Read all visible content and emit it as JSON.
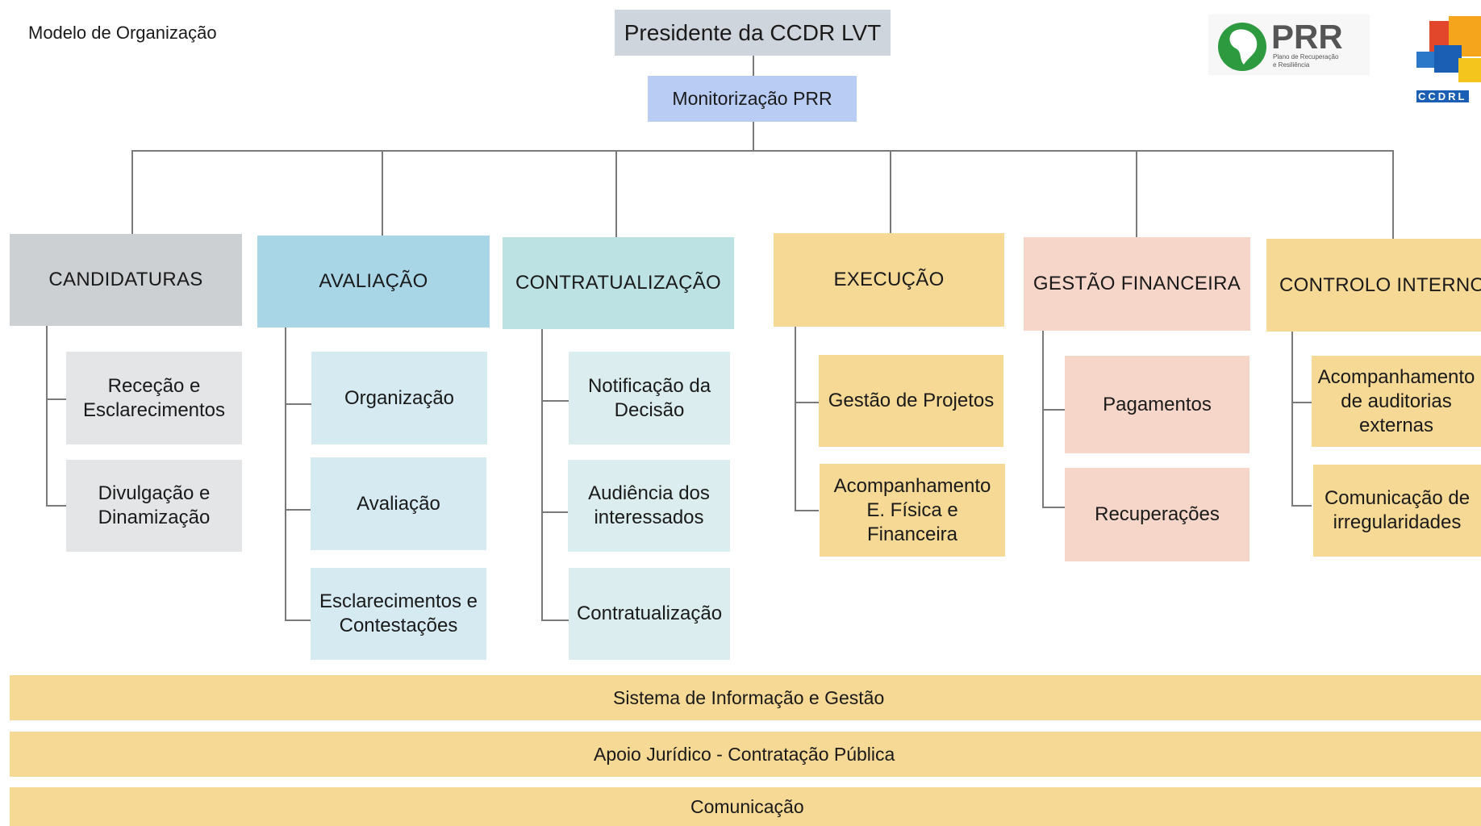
{
  "page_title": "Modelo de Organização",
  "top": {
    "president": "Presidente da CCDR LVT",
    "monitor": "Monitorização PRR"
  },
  "logos": {
    "prr_text": "PRR",
    "prr_subtitle_1": "Plano de Recuperação",
    "prr_subtitle_2": "e Resiliência",
    "ccdr_text": "CCDRL"
  },
  "columns": [
    {
      "title": "CANDIDATURAS",
      "items": [
        "Receção e Esclarecimentos",
        "Divulgação e Dinamização"
      ]
    },
    {
      "title": "AVALIAÇÃO",
      "items": [
        "Organização",
        "Avaliação",
        "Esclarecimentos e Contestações"
      ]
    },
    {
      "title": "CONTRATUALIZAÇÃO",
      "items": [
        "Notificação da Decisão",
        "Audiência dos interessados",
        "Contratualização"
      ]
    },
    {
      "title": "EXECUÇÃO",
      "items": [
        "Gestão de Projetos",
        "Acompanhamento E. Física e Financeira"
      ]
    },
    {
      "title": "GESTÃO FINANCEIRA",
      "items": [
        "Pagamentos",
        "Recuperações"
      ]
    },
    {
      "title": "CONTROLO INTERNO",
      "items": [
        "Acompanhamento de auditorias externas",
        "Comunicação de irregularidades"
      ]
    }
  ],
  "bands": [
    "Sistema de Informação e Gestão",
    "Apoio Jurídico - Contratação Pública",
    "Comunicação"
  ],
  "colors": {
    "gray_header": "#ccd0d3",
    "gray_item": "#e3e5e7",
    "blue_header": "#a9d6e6",
    "blue_item": "#d5eaf1",
    "teal_header": "#bde2e4",
    "teal_item": "#dcedef",
    "yellow": "#f5d995",
    "salmon": "#f5d6c9",
    "president": "#cfd5dc",
    "monitor": "#b9ccf4"
  }
}
